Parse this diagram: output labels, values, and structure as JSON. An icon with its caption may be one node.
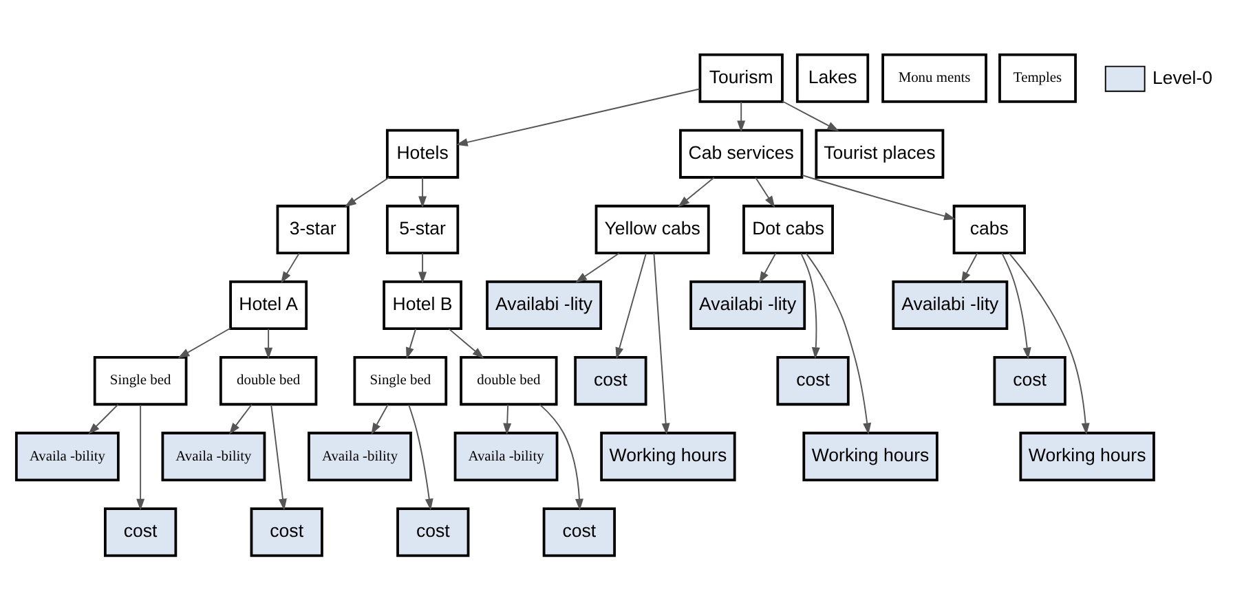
{
  "diagram": {
    "nodes": [
      {
        "text": [
          "Tourism"
        ]
      },
      {
        "text": [
          "Hotels"
        ]
      },
      {
        "text": [
          "Cab services"
        ]
      },
      {
        "text": [
          "Tourist places"
        ]
      },
      {
        "text": [
          "3-star"
        ]
      },
      {
        "text": [
          "5-star"
        ]
      },
      {
        "text": [
          "Yellow cabs"
        ]
      },
      {
        "text": [
          "Dot cabs"
        ]
      },
      {
        "text": [
          "cabs"
        ]
      },
      {
        "text": [
          "Lakes"
        ]
      },
      {
        "text": [
          "Monu ments"
        ]
      },
      {
        "text": [
          "Temples"
        ]
      },
      {
        "text": [
          "Availabi -lity"
        ]
      },
      {
        "text": [
          "Availabi -lity"
        ]
      },
      {
        "text": [
          "Availabi -lity"
        ]
      },
      {
        "text": [
          "Hotel A"
        ]
      },
      {
        "text": [
          "Hotel B"
        ]
      },
      {
        "text": [
          "cost"
        ]
      },
      {
        "text": [
          "cost"
        ]
      },
      {
        "text": [
          "cost"
        ]
      },
      {
        "text": [
          "Working hours"
        ]
      },
      {
        "text": [
          "Working hours"
        ]
      },
      {
        "text": [
          "Working hours"
        ]
      },
      {
        "text": [
          "Single bed"
        ]
      },
      {
        "text": [
          "double bed"
        ]
      },
      {
        "text": [
          "Single bed"
        ]
      },
      {
        "text": [
          "double bed"
        ]
      },
      {
        "text": [
          "Availa -bility"
        ]
      },
      {
        "text": [
          "Availa -bility"
        ]
      },
      {
        "text": [
          "Availa -bility"
        ]
      },
      {
        "text": [
          "Availa -bility"
        ]
      },
      {
        "text": [
          "cost"
        ]
      },
      {
        "text": [
          "cost"
        ]
      },
      {
        "text": [
          "cost"
        ]
      },
      {
        "text": [
          "cost"
        ]
      }
    ],
    "edges": [
      {
        "from": 0,
        "to": 1,
        "arrow": "to"
      },
      {
        "from": 0,
        "to": 2,
        "arrow": "to"
      },
      {
        "from": 0,
        "to": 3,
        "arrow": "to"
      },
      {
        "from": 1,
        "to": 4,
        "arrow": "to"
      },
      {
        "from": 1,
        "to": 5,
        "arrow": "to"
      },
      {
        "from": 2,
        "to": 6,
        "arrow": "to"
      },
      {
        "from": 2,
        "to": 7,
        "arrow": "to"
      },
      {
        "from": 2,
        "to": 8,
        "arrow": "to"
      },
      {
        "from": 6,
        "to": 12,
        "arrow": "to"
      },
      {
        "from": 6,
        "to": 17,
        "arrow": "to"
      },
      {
        "from": 6,
        "to": 20,
        "arrow": "to"
      },
      {
        "from": 7,
        "to": 13,
        "arrow": "to"
      },
      {
        "from": 7,
        "to": 18,
        "arrow": "to"
      },
      {
        "from": 7,
        "to": 21,
        "arrow": "to"
      },
      {
        "from": 8,
        "to": 14,
        "arrow": "to"
      },
      {
        "from": 8,
        "to": 19,
        "arrow": "to"
      },
      {
        "from": 8,
        "to": 22,
        "arrow": "to"
      },
      {
        "from": 4,
        "to": 15,
        "arrow": "to"
      },
      {
        "from": 5,
        "to": 16,
        "arrow": "to"
      },
      {
        "from": 15,
        "to": 23,
        "arrow": "to"
      },
      {
        "from": 15,
        "to": 24,
        "arrow": "to"
      },
      {
        "from": 16,
        "to": 25,
        "arrow": "to"
      },
      {
        "from": 16,
        "to": 26,
        "arrow": "to"
      },
      {
        "from": 23,
        "to": 27,
        "arrow": "to"
      },
      {
        "from": 23,
        "to": 31,
        "arrow": "to"
      },
      {
        "from": 24,
        "to": 28,
        "arrow": "to"
      },
      {
        "from": 24,
        "to": 32,
        "arrow": "to"
      },
      {
        "from": 25,
        "to": 29,
        "arrow": "to"
      },
      {
        "from": 25,
        "to": 33,
        "arrow": "to"
      },
      {
        "from": 26,
        "to": 30,
        "arrow": "to"
      },
      {
        "from": 26,
        "to": 34,
        "arrow": "to"
      }
    ],
    "legend": [
      {
        "text": "Level-0"
      }
    ]
  }
}
